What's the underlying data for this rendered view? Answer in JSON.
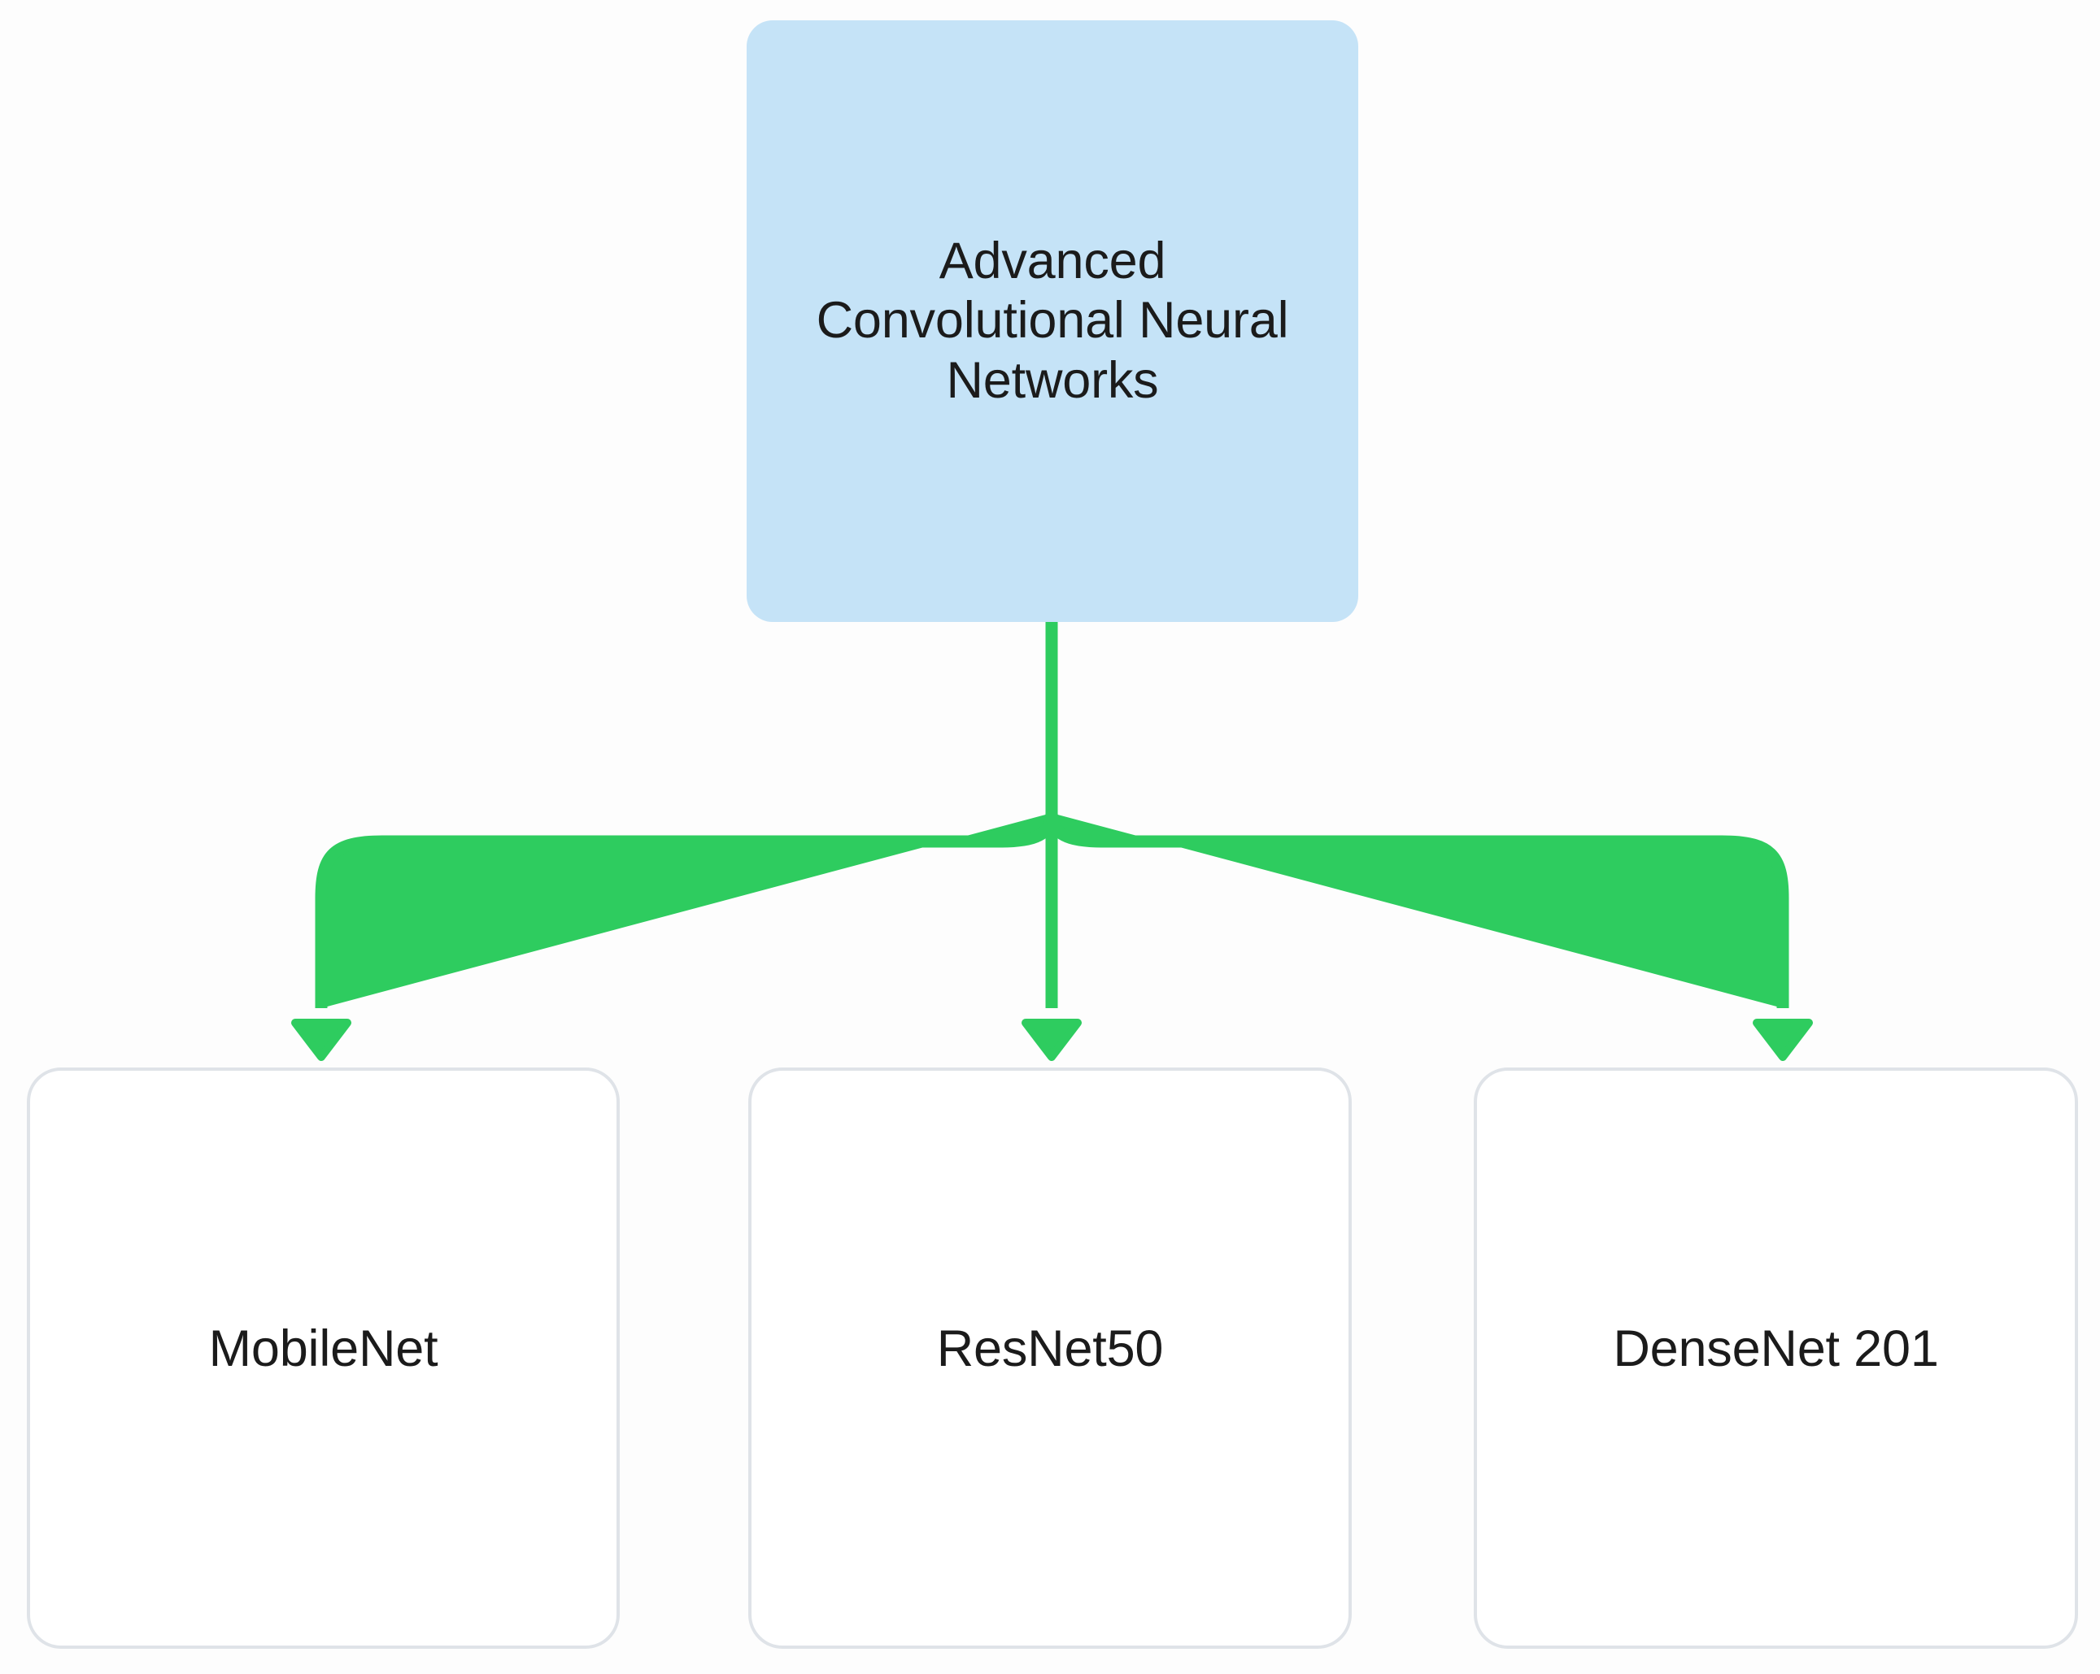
{
  "diagram": {
    "type": "flowchart",
    "orientation": "top-down",
    "background_color": "#fdfdfd",
    "root": {
      "id": "advanced-cnn",
      "label": "Advanced\nConvolutional Neural\nNetworks",
      "label_lines": [
        "Advanced",
        "Convolutional Neural",
        "Networks"
      ],
      "fill_color": "#c5e3f7",
      "text_color": "#1b1b1b",
      "shape": "rounded-rectangle"
    },
    "children": [
      {
        "id": "mobilenet",
        "label": "MobileNet",
        "fill_color": "#ffffff",
        "border_color": "#dfe3e8",
        "text_color": "#1b1b1b",
        "shape": "rounded-rectangle"
      },
      {
        "id": "resnet50",
        "label": "ResNet50",
        "fill_color": "#ffffff",
        "border_color": "#dfe3e8",
        "text_color": "#1b1b1b",
        "shape": "rounded-rectangle"
      },
      {
        "id": "densenet201",
        "label": "DenseNet 201",
        "fill_color": "#ffffff",
        "border_color": "#dfe3e8",
        "text_color": "#1b1b1b",
        "shape": "rounded-rectangle"
      }
    ],
    "edges": [
      {
        "id": "edge-root-mobilenet",
        "from": "advanced-cnn",
        "to": "mobilenet",
        "color": "#2ecc5f",
        "arrow": "down"
      },
      {
        "id": "edge-root-resnet50",
        "from": "advanced-cnn",
        "to": "resnet50",
        "color": "#2ecc5f",
        "arrow": "down"
      },
      {
        "id": "edge-root-densenet201",
        "from": "advanced-cnn",
        "to": "densenet201",
        "color": "#2ecc5f",
        "arrow": "down"
      }
    ],
    "edge_color": "#2ecc5f",
    "edge_width": 15
  }
}
